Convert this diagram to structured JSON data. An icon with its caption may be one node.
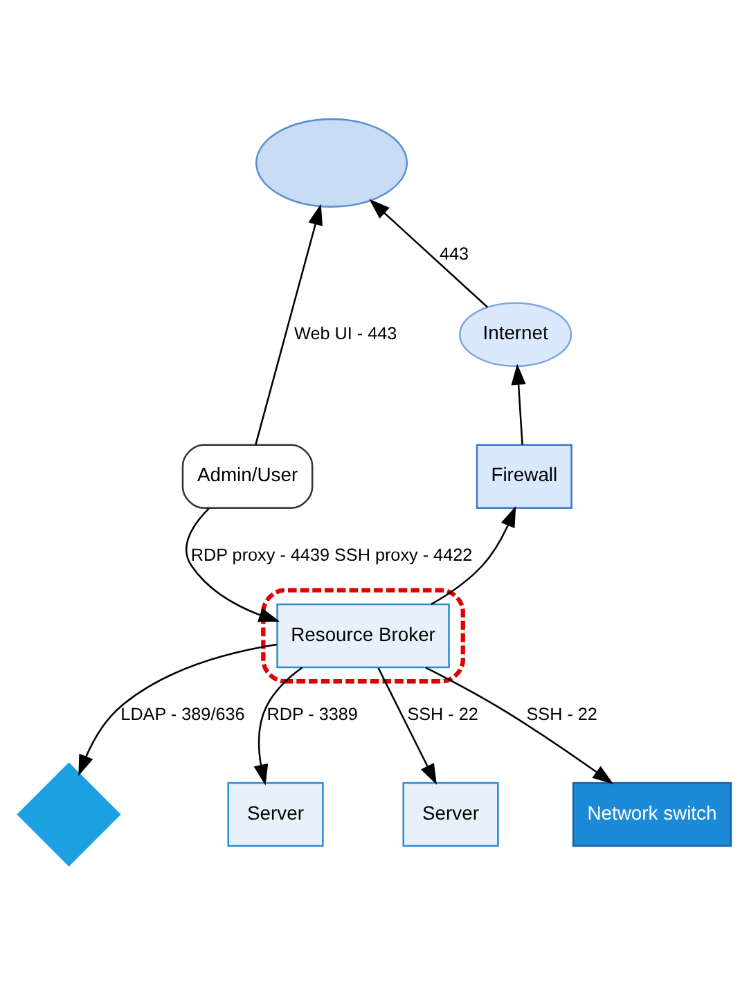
{
  "diagram": {
    "nodes": [
      {
        "text": [],
        "shape": "cloud"
      },
      {
        "text": [
          "Admin/User"
        ]
      },
      {
        "text": [
          "Internet"
        ]
      },
      {
        "text": [
          "Firewall"
        ]
      },
      {
        "text": [],
        "shape": "box"
      },
      {
        "text": [
          "Resource Broker"
        ],
        "in": 4
      },
      {
        "text": [],
        "shape": "diamond"
      },
      {
        "text": [
          "Server"
        ]
      },
      {
        "text": [
          "Server"
        ]
      },
      {
        "text": [
          "Network switch"
        ]
      }
    ],
    "edges": [
      {
        "from": 1,
        "to": 0,
        "arrow": "to",
        "label": "Web UI - 443"
      },
      {
        "from": 2,
        "to": 0,
        "arrow": "to",
        "label": "443"
      },
      {
        "from": 3,
        "to": 2,
        "arrow": "to"
      },
      {
        "from": 5,
        "to": 3,
        "arrow": "to"
      },
      {
        "from": 1,
        "to": 5,
        "arrow": "to",
        "label": "RDP proxy - 4439 SSH proxy - 4422"
      },
      {
        "from": 5,
        "to": 6,
        "arrow": "to",
        "label": "LDAP - 389/636"
      },
      {
        "from": 5,
        "to": 7,
        "arrow": "to",
        "label": "RDP - 3389"
      },
      {
        "from": 5,
        "to": 8,
        "arrow": "to",
        "label": "SSH - 22"
      },
      {
        "from": 5,
        "to": 9,
        "arrow": "to",
        "label": "SSH - 22"
      }
    ]
  }
}
